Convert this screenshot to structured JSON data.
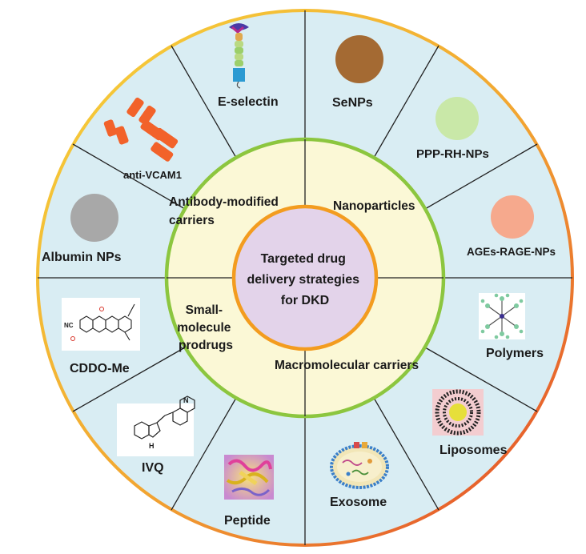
{
  "center": {
    "lines": [
      "Targeted drug",
      "delivery  strategies",
      "for DKD"
    ]
  },
  "quadrants": {
    "antibody": [
      "Antibody-modified",
      "carriers"
    ],
    "nanoparticles": [
      "Nanoparticles"
    ],
    "small_molecule": [
      "Small-",
      "molecule",
      "prodrugs"
    ],
    "macromolecular": [
      "Macromolecular carriers"
    ]
  },
  "outer_items": {
    "e_selectin": "E-selectin",
    "senps": "SeNPs",
    "ppp_rh_nps": "PPP-RH-NPs",
    "ages_rage_nps": "AGEs-RAGE-NPs",
    "polymers": "Polymers",
    "liposomes": "Liposomes",
    "exosome": "Exosome",
    "peptide": "Peptide",
    "ivq": "IVQ",
    "cddo_me": "CDDO-Me",
    "albumin_nps": "Albumin NPs",
    "anti_vcam1": "anti-VCAM1"
  },
  "structure_labels": {
    "ivq_nh": "H",
    "ivq_n": "N",
    "cddo_nc": "NC"
  },
  "colors": {
    "outer_ring_fill": "#d9edf3",
    "inner_ring_fill": "#fbf8d6",
    "center_fill": "#e3d3ea",
    "green_ring": "#8cc63f",
    "orange_ring": "#f39c1f",
    "outer_border_start": "#f6d23a",
    "outer_border_end": "#e2432a",
    "senps_dot": "#a46a33",
    "ppp_rh_dot": "#c9e8a8",
    "ages_rage_dot": "#f6a98d",
    "albumin_dot": "#a8a8a8"
  }
}
